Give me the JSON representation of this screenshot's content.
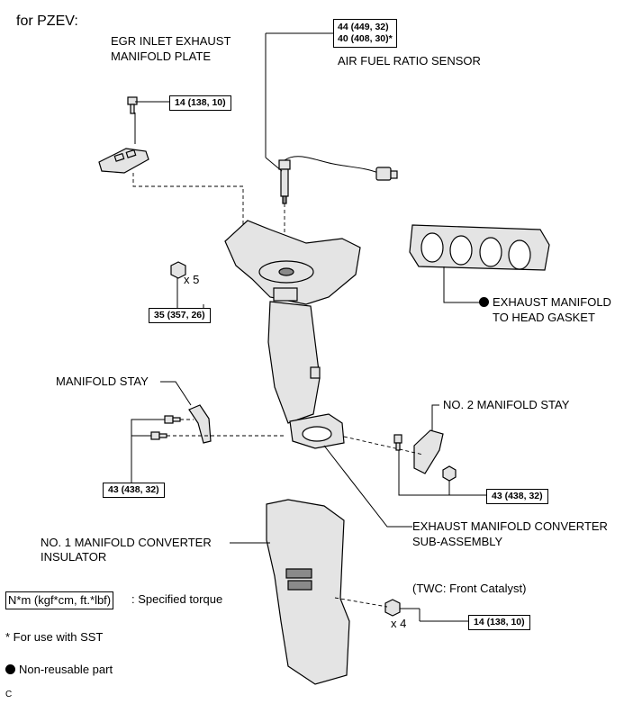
{
  "variant_label": "for PZEV:",
  "parts": {
    "egr_plate": [
      "EGR INLET EXHAUST",
      "MANIFOLD PLATE"
    ],
    "af_sensor": "AIR FUEL RATIO SENSOR",
    "gasket": "EXHAUST MANIFOLD",
    "gasket_line2": "TO HEAD GASKET",
    "manifold_stay": "MANIFOLD STAY",
    "no2_stay": "NO. 2 MANIFOLD STAY",
    "converter": [
      "EXHAUST MANIFOLD CONVERTER",
      "SUB-ASSEMBLY"
    ],
    "insulator": [
      "NO. 1 MANIFOLD CONVERTER",
      "INSULATOR"
    ],
    "twc_note": "(TWC: Front Catalyst)"
  },
  "torques": {
    "sensor_line1": "44 (449, 32)",
    "sensor_line2": "40 (408, 30)*",
    "egr_bolt": "14 (138, 10)",
    "nuts": "35 (357, 26)",
    "stay_left": "43 (438, 32)",
    "stay_right": "43 (438, 32)",
    "insulator_bolts": "14 (138, 10)"
  },
  "quantities": {
    "nuts": "x 5",
    "insulator_bolts": "x 4"
  },
  "legend": {
    "torque_unit": "N*m (kgf*cm, ft.*lbf)",
    "torque_desc": ": Specified torque",
    "sst": "* For use with SST",
    "non_reusable": "Non-reusable part"
  },
  "footer_code": "C"
}
